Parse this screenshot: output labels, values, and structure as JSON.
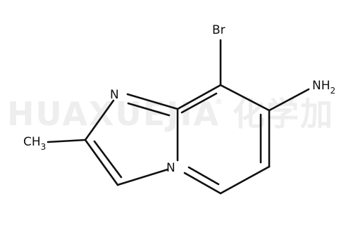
{
  "watermark": {
    "text": "HUAXUEJIA",
    "registered": "®",
    "cjk": "化学加"
  },
  "molecule": {
    "atoms": {
      "br": "Br",
      "n_imine": "N",
      "n_bridge": "N",
      "nh2_main": "NH",
      "nh2_sub": "2",
      "ch3_main": "CH",
      "ch3_sub": "3"
    }
  }
}
